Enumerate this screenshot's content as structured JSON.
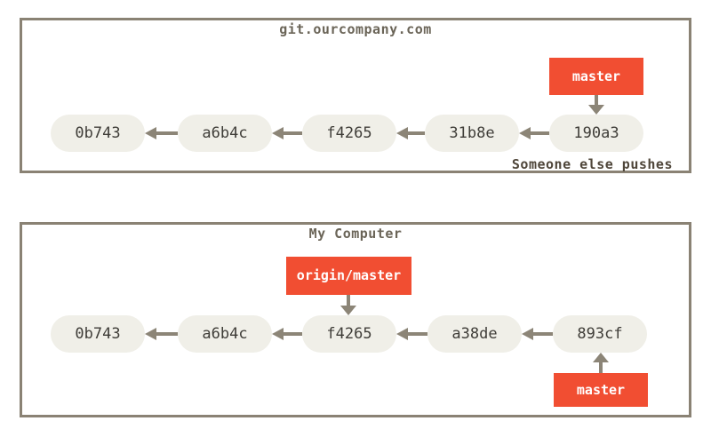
{
  "colors": {
    "accent": "#f14e32",
    "border": "#8a8274",
    "node-fill": "#f0efe8",
    "node-text": "#3f3d38",
    "arrow": "#8c8577",
    "title-text": "#6b6558",
    "annotation-text": "#4f463a",
    "label-text": "#ffffff",
    "bg": "#ffffff"
  },
  "remote_repo": {
    "title": "git.ourcompany.com",
    "commits": [
      "0b743",
      "a6b4c",
      "f4265",
      "31b8e",
      "190a3"
    ],
    "branch_label": "master",
    "annotation": "Someone else pushes"
  },
  "local_repo": {
    "title": "My Computer",
    "commits": [
      "0b743",
      "a6b4c",
      "f4265",
      "a38de",
      "893cf"
    ],
    "remote_tracking_label": "origin/master",
    "branch_label": "master"
  }
}
